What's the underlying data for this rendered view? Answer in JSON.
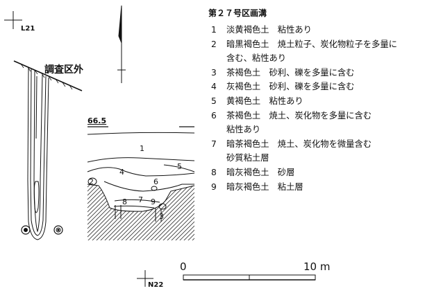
{
  "grid_labels": {
    "top_left": "L21",
    "bottom": "N22"
  },
  "survey_area_label": "調査区外",
  "elevation_label": "66.5",
  "layer_numbers": [
    "1",
    "2",
    "3",
    "4",
    "5",
    "6",
    "7",
    "8",
    "9"
  ],
  "scale": {
    "start": "0",
    "end": "10 m"
  },
  "legend": {
    "title": "第２７号区画溝",
    "items": [
      {
        "num": "1",
        "lines": [
          "淡黄褐色土　粘性あり"
        ]
      },
      {
        "num": "2",
        "lines": [
          "暗黒褐色土　焼土粒子、炭化物粒子を多量に",
          "含む、粘性あり"
        ]
      },
      {
        "num": "3",
        "lines": [
          "茶褐色土　砂利、礫を多量に含む"
        ]
      },
      {
        "num": "4",
        "lines": [
          "灰褐色土　砂利、礫を多量に含む"
        ]
      },
      {
        "num": "5",
        "lines": [
          "黄褐色土　粘性あり"
        ]
      },
      {
        "num": "6",
        "lines": [
          "茶褐色土　焼土、炭化物を多量に含む",
          "粘性あり"
        ]
      },
      {
        "num": "7",
        "lines": [
          "暗茶褐色土　焼土、炭化物を微量含む",
          "砂質粘土層"
        ]
      },
      {
        "num": "8",
        "lines": [
          "暗灰褐色土　砂層"
        ]
      },
      {
        "num": "9",
        "lines": [
          "暗灰褐色土　粘土層"
        ]
      }
    ]
  }
}
